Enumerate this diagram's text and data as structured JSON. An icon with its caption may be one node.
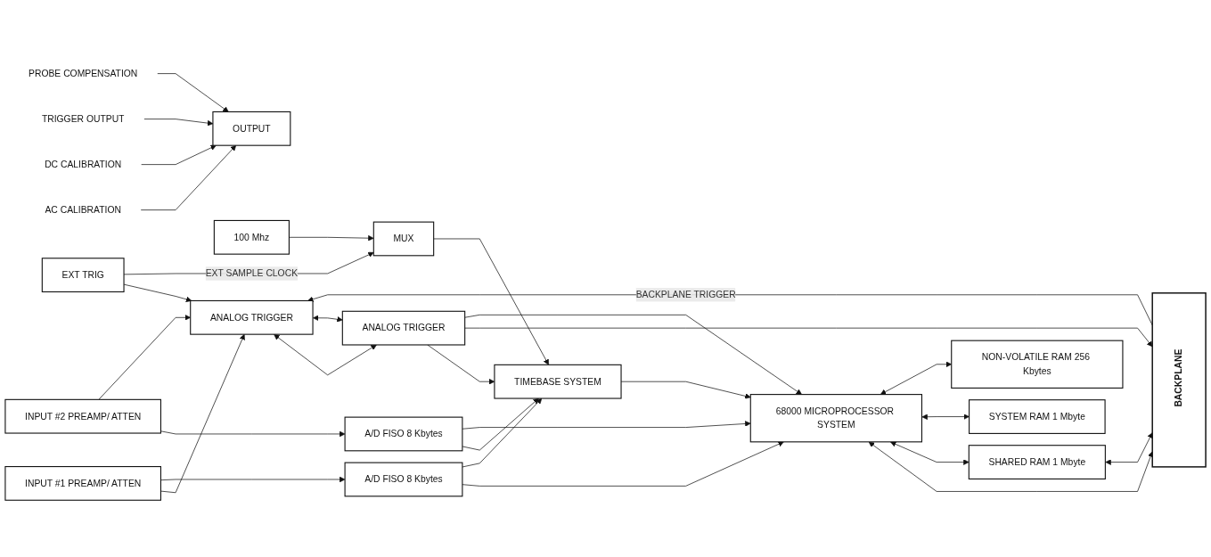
{
  "diagram": {
    "nodes": [
      {
        "text": [
          "OUTPUT"
        ]
      },
      {
        "text": [
          "AC CALIBRATION"
        ]
      },
      {
        "text": [
          "DC CALIBRATION"
        ]
      },
      {
        "text": [
          "TRIGGER OUTPUT"
        ]
      },
      {
        "text": [
          "PROBE COMPENSATION"
        ]
      },
      {
        "text": [
          "INPUT #1 PREAMP/ ATTEN"
        ]
      },
      {
        "text": [
          "A/D FISO 8 Kbytes"
        ]
      },
      {
        "text": [
          "TIMEBASE SYSTEM"
        ]
      },
      {
        "text": [
          "100 Mhz"
        ]
      },
      {
        "text": [
          "MUX"
        ]
      },
      {
        "text": [
          "68000 MICROPROCESSOR SYSTEM"
        ]
      },
      {
        "text": [
          "SHARED RAM 1 Mbyte"
        ]
      },
      {
        "text": [
          "SYSTEM RAM 1 Mbyte"
        ]
      },
      {
        "text": [
          "NON-VOLATILE RAM 256 Kbytes"
        ]
      },
      {
        "text": [
          "BACKPLANE"
        ]
      },
      {
        "text": [
          "INPUT #2 PREAMP/ ATTEN"
        ]
      },
      {
        "text": [
          "A/D FISO 8 Kbytes"
        ]
      },
      {
        "text": [
          "EXT TRIG"
        ]
      },
      {
        "text": [
          "ANALOG TRIGGER"
        ]
      },
      {
        "text": [
          "ANALOG TRIGGER"
        ]
      }
    ],
    "edges": [
      {
        "from": 1,
        "to": 0,
        "arrow": "to"
      },
      {
        "from": 2,
        "to": 0,
        "arrow": "to"
      },
      {
        "from": 3,
        "to": 0,
        "arrow": "to"
      },
      {
        "from": 4,
        "to": 0,
        "arrow": "to"
      },
      {
        "from": 5,
        "to": 18,
        "arrow": "to"
      },
      {
        "from": 5,
        "to": 6,
        "arrow": "to"
      },
      {
        "from": 6,
        "to": 10,
        "arrow": "to"
      },
      {
        "from": 6,
        "to": 7,
        "arrow": "to"
      },
      {
        "from": 15,
        "to": 16,
        "arrow": "to"
      },
      {
        "from": 15,
        "to": 18,
        "arrow": "to"
      },
      {
        "from": 16,
        "to": 7,
        "arrow": "to"
      },
      {
        "from": 16,
        "to": 10,
        "arrow": "to"
      },
      {
        "from": 7,
        "to": 10,
        "arrow": "to"
      },
      {
        "from": 8,
        "to": 9,
        "arrow": "to"
      },
      {
        "from": 9,
        "to": 7,
        "arrow": "to"
      },
      {
        "from": 17,
        "to": 18,
        "arrow": "to"
      },
      {
        "from": 17,
        "to": 9,
        "arrow": "to",
        "label": "EXT SAMPLE CLOCK"
      },
      {
        "from": 18,
        "to": 19,
        "arrow": "both"
      },
      {
        "from": 18,
        "to": 19,
        "arrow": "both"
      },
      {
        "from": 19,
        "to": 7,
        "arrow": "to"
      },
      {
        "from": 19,
        "to": 14,
        "arrow": "to"
      },
      {
        "from": 19,
        "to": 10,
        "arrow": "to"
      },
      {
        "from": 10,
        "to": 14,
        "arrow": "both"
      },
      {
        "from": 10,
        "to": 11,
        "arrow": "both"
      },
      {
        "from": 11,
        "to": 14,
        "arrow": "both"
      },
      {
        "from": 10,
        "to": 12,
        "arrow": "both"
      },
      {
        "from": 10,
        "to": 13,
        "arrow": "both"
      },
      {
        "from": 14,
        "to": 18,
        "arrow": "to",
        "label": "BACKPLANE TRIGGER"
      }
    ]
  }
}
